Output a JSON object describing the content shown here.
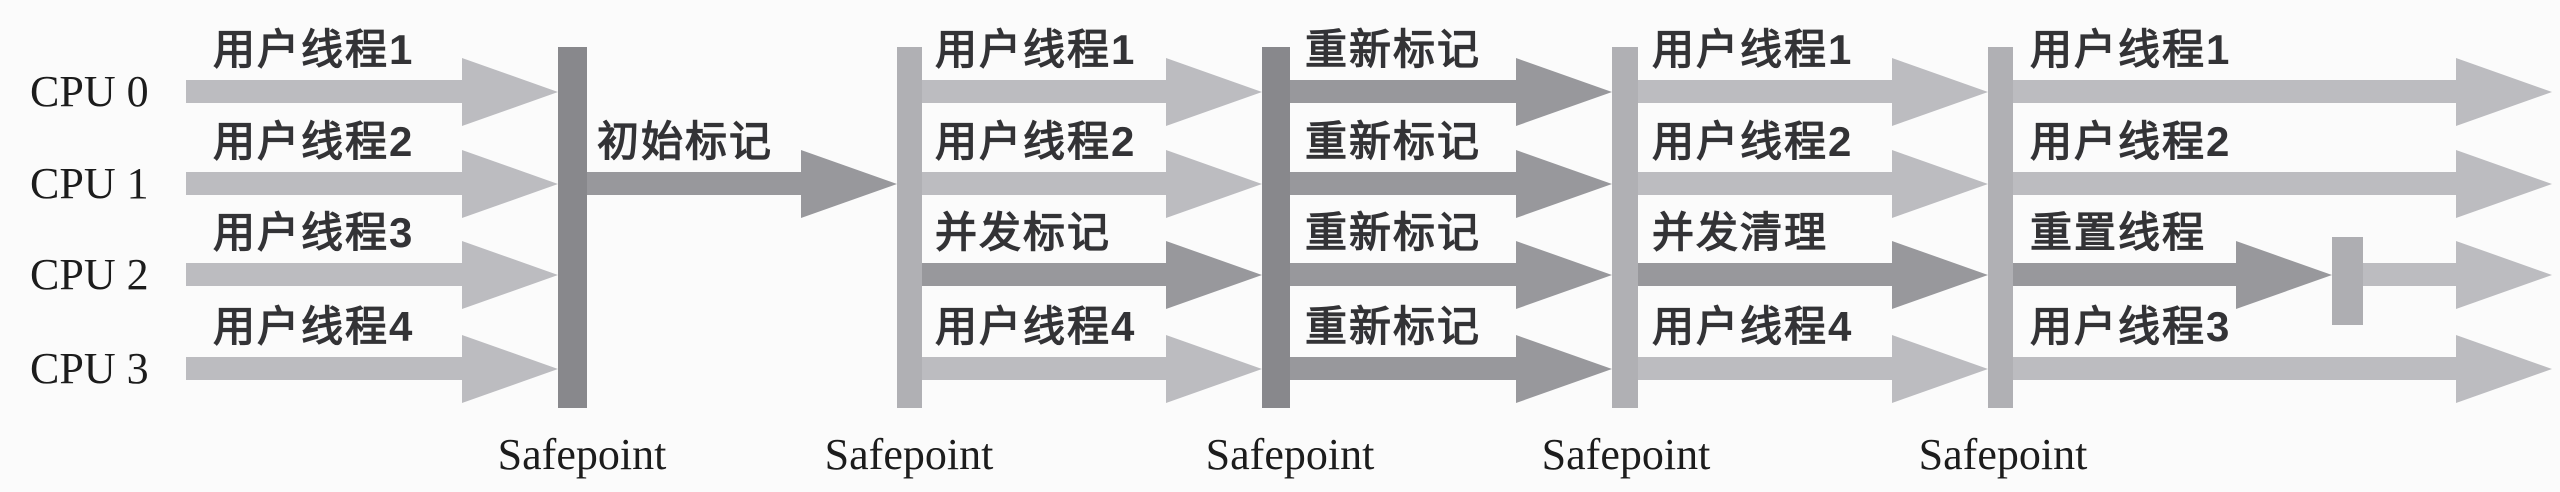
{
  "title": "CMS collector timeline diagram",
  "colors": {
    "background": "#fbfbfb",
    "light_arrow": "#bcbcc0",
    "dark_arrow": "#98989c",
    "dark_bar": "#88888c",
    "light_bar": "#b0b0b4",
    "tick_bar": "#aeaeb2",
    "label_text": "#333336",
    "serif_text": "#1c1c1c"
  },
  "cpus": [
    "CPU 0",
    "CPU 1",
    "CPU 2",
    "CPU 3"
  ],
  "safepoints": [
    "Safepoint",
    "Safepoint",
    "Safepoint",
    "Safepoint",
    "Safepoint"
  ],
  "sections": [
    {
      "name": "user-threads-before-gc",
      "rows": [
        {
          "cpu": 0,
          "label": "用户线程1",
          "kind": "user"
        },
        {
          "cpu": 1,
          "label": "用户线程2",
          "kind": "user"
        },
        {
          "cpu": 2,
          "label": "用户线程3",
          "kind": "user"
        },
        {
          "cpu": 3,
          "label": "用户线程4",
          "kind": "user"
        }
      ]
    },
    {
      "name": "initial-mark",
      "rows": [
        {
          "cpu": 1,
          "label": "初始标记",
          "kind": "phase"
        }
      ]
    },
    {
      "name": "concurrent-mark",
      "rows": [
        {
          "cpu": 0,
          "label": "用户线程1",
          "kind": "user"
        },
        {
          "cpu": 1,
          "label": "用户线程2",
          "kind": "user"
        },
        {
          "cpu": 2,
          "label": "并发标记",
          "kind": "phase"
        },
        {
          "cpu": 3,
          "label": "用户线程4",
          "kind": "user"
        }
      ]
    },
    {
      "name": "remark",
      "rows": [
        {
          "cpu": 0,
          "label": "重新标记",
          "kind": "phase"
        },
        {
          "cpu": 1,
          "label": "重新标记",
          "kind": "phase"
        },
        {
          "cpu": 2,
          "label": "重新标记",
          "kind": "phase"
        },
        {
          "cpu": 3,
          "label": "重新标记",
          "kind": "phase"
        }
      ]
    },
    {
      "name": "concurrent-sweep",
      "rows": [
        {
          "cpu": 0,
          "label": "用户线程1",
          "kind": "user"
        },
        {
          "cpu": 1,
          "label": "用户线程2",
          "kind": "user"
        },
        {
          "cpu": 2,
          "label": "并发清理",
          "kind": "phase"
        },
        {
          "cpu": 3,
          "label": "用户线程4",
          "kind": "user"
        }
      ]
    },
    {
      "name": "reset-threads",
      "rows": [
        {
          "cpu": 0,
          "label": "用户线程1",
          "kind": "user"
        },
        {
          "cpu": 1,
          "label": "用户线程2",
          "kind": "user"
        },
        {
          "cpu": 2,
          "label": "重置线程",
          "kind": "phase",
          "then_tick": true
        },
        {
          "cpu": 3,
          "label": "用户线程3",
          "kind": "user"
        }
      ]
    }
  ]
}
